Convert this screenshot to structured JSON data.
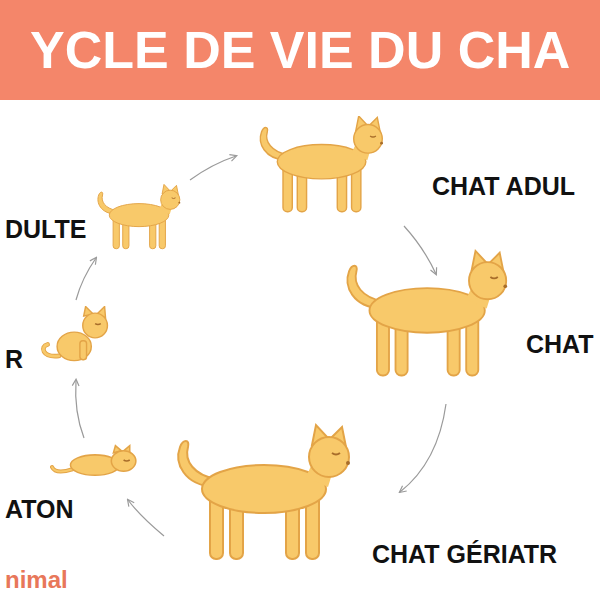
{
  "diagram": {
    "title": "YCLE DE VIE DU CHA",
    "labels": [
      "DULTE",
      "CHAT ADUL",
      "R",
      "CHAT",
      "ATON",
      "CHAT GÉRIATR",
      "nimal"
    ]
  }
}
